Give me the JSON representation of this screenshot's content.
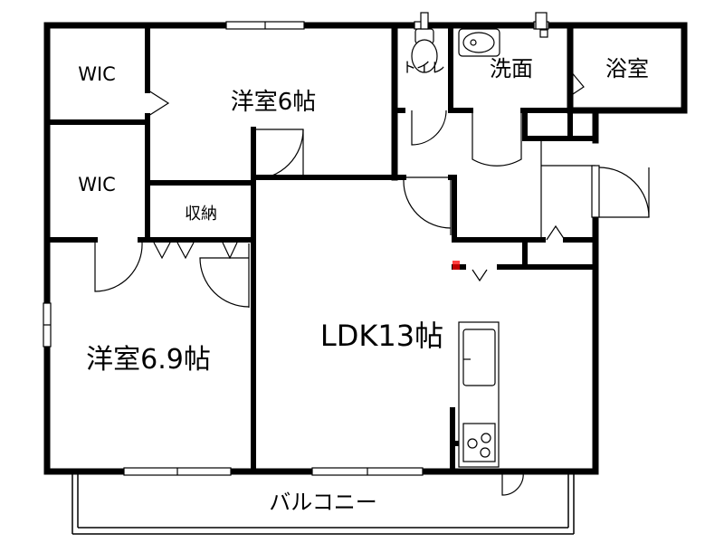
{
  "plan": {
    "rooms": {
      "wic_top": "WIC",
      "wic_mid": "WIC",
      "western_room_upper": "洋室6帖",
      "storage": "収納",
      "western_room_lower": "洋室6.9帖",
      "toilet": "トイレ",
      "washroom": "洗面",
      "bathroom": "浴室",
      "ldk": "LDK13帖",
      "balcony": "バルコニー"
    },
    "colors": {
      "wall": "#000000",
      "line": "#000000",
      "background": "#ffffff",
      "accent": "#ff0000"
    }
  }
}
